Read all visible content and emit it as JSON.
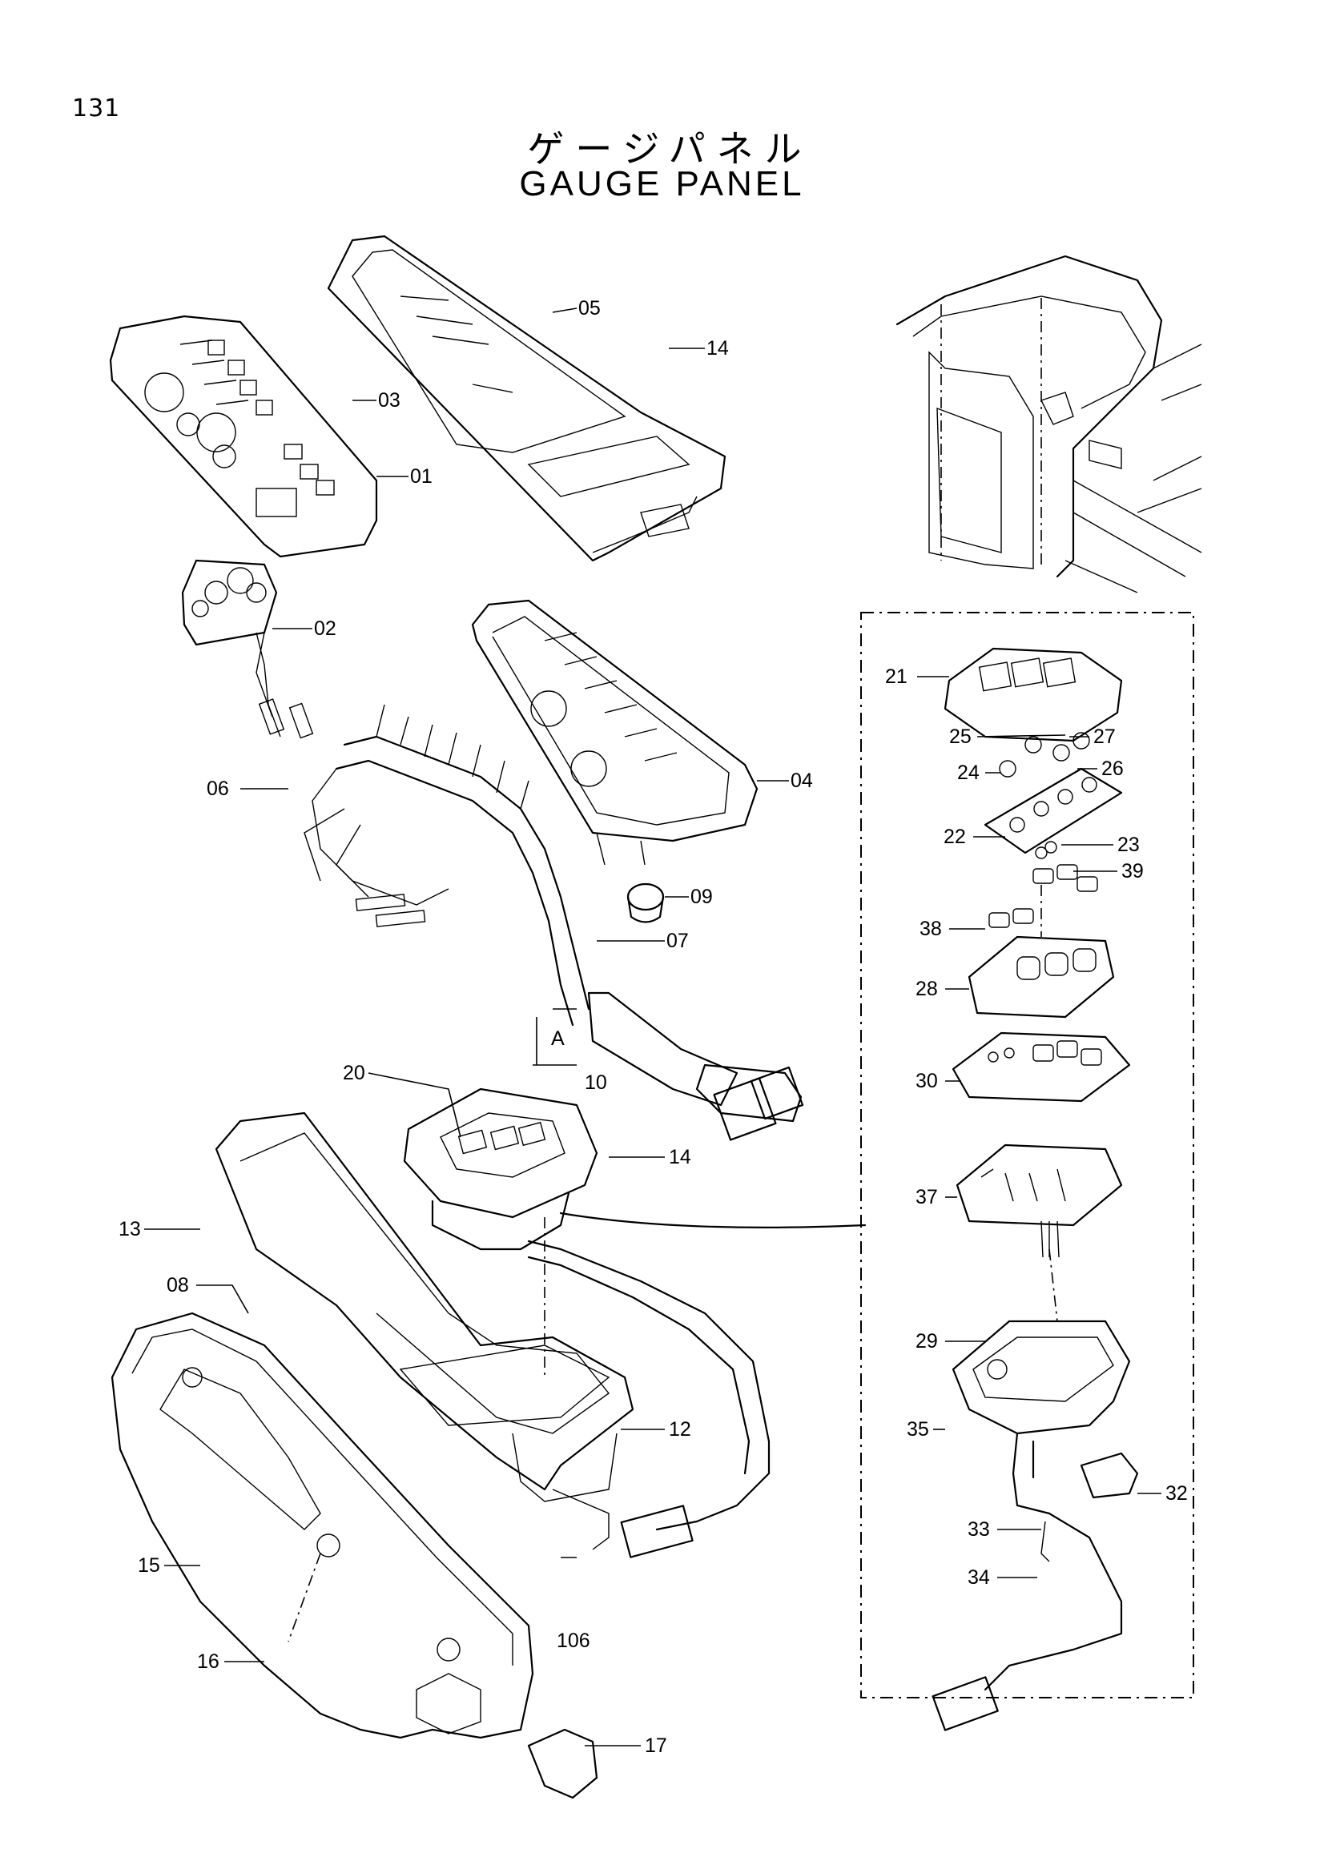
{
  "page_number": "131",
  "title_jp": "ゲージパネル",
  "title_en": "GAUGE PANEL",
  "callouts": {
    "c01": "01",
    "c02": "02",
    "c03": "03",
    "c04": "04",
    "c05": "05",
    "c06": "06",
    "c07": "07",
    "c08": "08",
    "c09": "09",
    "c10": "10",
    "c12": "12",
    "c13": "13",
    "c14a": "14",
    "c14b": "14",
    "c15": "15",
    "c16": "16",
    "c17": "17",
    "c20": "20",
    "c21": "21",
    "c22": "22",
    "c23": "23",
    "c24": "24",
    "c25": "25",
    "c26": "26",
    "c27": "27",
    "c28": "28",
    "c29": "29",
    "c30": "30",
    "c32": "32",
    "c33": "33",
    "c34": "34",
    "c35": "35",
    "c37": "37",
    "c38": "38",
    "c39": "39",
    "c106": "106",
    "cA": "A"
  }
}
